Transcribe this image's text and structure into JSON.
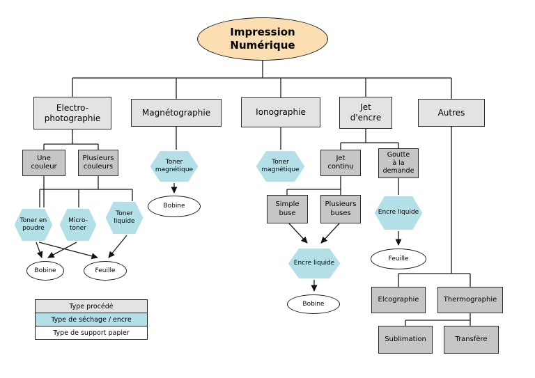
{
  "diagram_title": "Impression Numérique",
  "labels": {
    "root": "Impression\nNumérique",
    "electro": "Electro-\nphotographie",
    "magneto": "Magnétographie",
    "iono": "Ionographie",
    "jet": "Jet\nd'encre",
    "autres": "Autres",
    "une_couleur": "Une\ncouleur",
    "plusieurs_couleurs": "Plusieurs\ncouleurs",
    "toner_poudre": "Toner en\npoudre",
    "micro_toner": "Micro-\ntoner",
    "toner_liquide": "Toner\nliquide",
    "bobine_left": "Bobine",
    "feuille_left": "Feuille",
    "toner_mag_magneto": "Toner\nmagnétique",
    "bobine_magneto": "Bobine",
    "toner_mag_iono": "Toner\nmagnétique",
    "jet_continu": "Jet\ncontinu",
    "goutte": "Goutte\nà la\ndemande",
    "simple_buse": "Simple\nbuse",
    "plusieurs_buses": "Plusieurs\nbuses",
    "encre_liquide_continu": "Encre liquide",
    "bobine_jet": "Bobine",
    "encre_liquide_goutte": "Encre liquide",
    "feuille_jet": "Feuille",
    "elcographie": "Elcographie",
    "thermographie": "Thermographie",
    "sublimation": "Sublimation",
    "transfere": "Transfère"
  },
  "legend": {
    "procede": "Type procédé",
    "sechage": "Type de séchage / encre",
    "support": "Type de support papier"
  },
  "colors": {
    "root_fill": "#fbdfb2",
    "process_fill": "#e3e3e3",
    "subprocess_fill": "#c6c6c6",
    "ink_fill": "#b2e0e6",
    "paper_fill": "#ffffff",
    "line": "#1a1a1a"
  }
}
